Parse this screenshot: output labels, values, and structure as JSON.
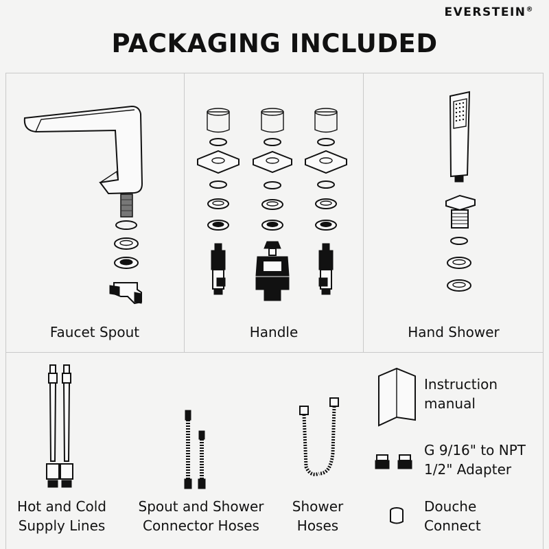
{
  "brand": {
    "name": "EVERSTEIN",
    "mark": "®"
  },
  "title": "PACKAGING INCLUDED",
  "top_row": [
    {
      "label": "Faucet Spout"
    },
    {
      "label": "Handle"
    },
    {
      "label": "Hand Shower"
    }
  ],
  "bottom_row": {
    "supply_lines": {
      "line1": "Hot and Cold",
      "line2": "Supply Lines"
    },
    "connector_hoses": {
      "line1": "Spout and Shower",
      "line2": "Connector Hoses"
    },
    "shower_hoses": {
      "line1": "Shower",
      "line2": "Hoses"
    },
    "manual": {
      "line1": "Instruction",
      "line2": "manual"
    },
    "adapter": {
      "line1": "G 9/16\" to NPT",
      "line2": "1/2\" Adapter"
    },
    "douche": {
      "line1": "Douche",
      "line2": "Connect"
    }
  }
}
